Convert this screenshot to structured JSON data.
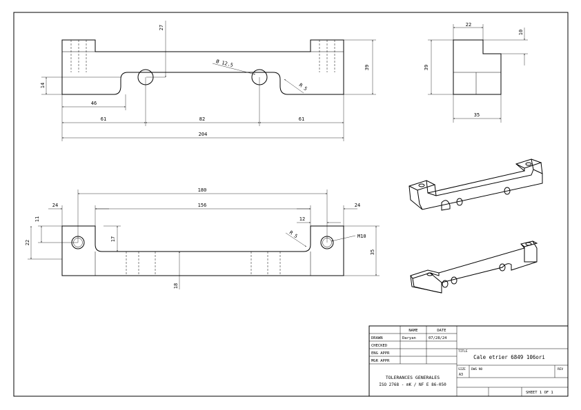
{
  "front_view": {
    "dim_27": "27",
    "dim_14": "14",
    "dim_39": "39",
    "dim_phi": "Ø 12.5",
    "dim_r5": "R 5",
    "dim_46": "46",
    "dim_61a": "61",
    "dim_82": "82",
    "dim_61b": "61",
    "dim_204": "204"
  },
  "side_view": {
    "dim_22": "22",
    "dim_10": "10",
    "dim_39": "39",
    "dim_35": "35"
  },
  "top_view": {
    "dim_180": "180",
    "dim_24a": "24",
    "dim_156": "156",
    "dim_24b": "24",
    "dim_11": "11",
    "dim_22": "22",
    "dim_12": "12",
    "dim_17": "17",
    "dim_r5": "R 5",
    "dim_m10": "M10",
    "dim_35": "35",
    "dim_18": "18"
  },
  "title_block": {
    "col_name": "NAME",
    "col_date": "DATE",
    "drawn": "DRAWN",
    "drawn_name": "Daryan",
    "drawn_date": "07/28/24",
    "checked": "CHECKED",
    "eng_appr": "ENG APPR",
    "mgr_appr": "MGR APPR",
    "tol_line1": "TOLERANCES GENERALES",
    "tol_line2": "ISO 2768 - mK / NF E 86-050",
    "title_label": "TITLE",
    "title": "Cale etrier 6849 106ori",
    "size_label": "SIZE",
    "size": "A3",
    "dwg_label": "DWG NO",
    "rev_label": "REV",
    "sheet": "SHEET 1 OF 1"
  }
}
